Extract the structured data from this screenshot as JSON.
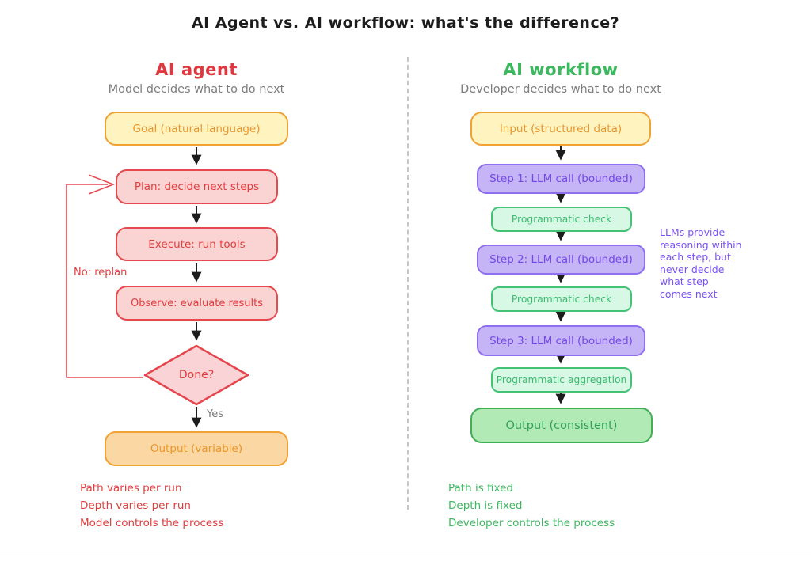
{
  "title": "AI Agent vs. AI workflow: what's the difference?",
  "palette": {
    "ink": "#1c1c1c",
    "gray": "#7d7d7d",
    "red": "#e23d3d",
    "red_fill": "#fad3d3",
    "orange": "#ec9529",
    "yellow_fill": "#fff3c0",
    "orange_fill": "#fbd8a3",
    "purple": "#7248e8",
    "purple_fill": "#c6b5f6",
    "green": "#3cb85f",
    "green_fill": "#d6f8e4",
    "green_strong_fill": "#b1eab5"
  },
  "left": {
    "heading": "AI agent",
    "subheading": "Model decides what to do next",
    "nodes": {
      "goal": "Goal (natural language)",
      "plan": "Plan: decide next steps",
      "execute": "Execute: run tools",
      "observe": "Observe: evaluate results",
      "decision": "Done?",
      "output": "Output (variable)"
    },
    "edge_labels": {
      "yes": "Yes",
      "no": "No: replan"
    },
    "footer": [
      "Path varies per run",
      "Depth varies per run",
      "Model controls the process"
    ]
  },
  "right": {
    "heading": "AI workflow",
    "subheading": "Developer decides what to do next",
    "nodes": {
      "input": "Input (structured data)",
      "step1": "Step 1: LLM call (bounded)",
      "check1": "Programmatic check",
      "step2": "Step 2: LLM call (bounded)",
      "check2": "Programmatic check",
      "step3": "Step 3: LLM call (bounded)",
      "aggregation": "Programmatic aggregation",
      "output": "Output (consistent)"
    },
    "side_note_lines": [
      "LLMs provide",
      "reasoning within",
      "each step, but",
      "never decide",
      "what step",
      "comes next"
    ],
    "footer": [
      "Path is fixed",
      "Depth is fixed",
      "Developer controls the process"
    ]
  }
}
